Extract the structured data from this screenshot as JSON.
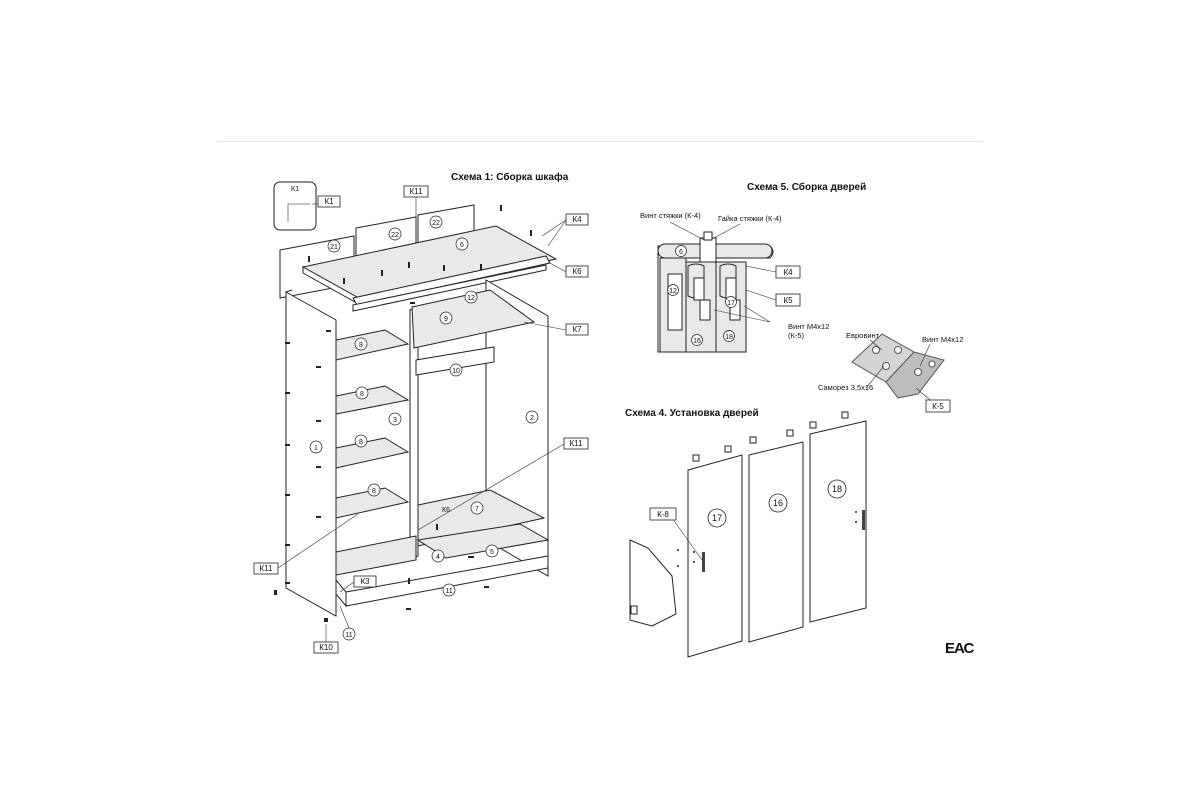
{
  "scheme1": {
    "title": "Схема 1: Сборка шкафа",
    "callouts": [
      "К1",
      "К11",
      "К4",
      "К6",
      "К7",
      "К11",
      "К11",
      "К3",
      "К10"
    ],
    "inset_label": "К1",
    "part_numbers": [
      "21",
      "22",
      "22",
      "6",
      "12",
      "9",
      "10",
      "8",
      "8",
      "3",
      "8",
      "1",
      "2",
      "8",
      "7",
      "5",
      "4",
      "11",
      "11"
    ],
    "k6_inner": "К6"
  },
  "scheme5": {
    "title": "Схема 5. Сборка дверей",
    "label_screw_coupler": "Винт стяжки (К-4)",
    "label_nut_coupler": "Гайка стяжки (К-4)",
    "callouts": [
      "К4",
      "К5"
    ],
    "label_screw_m4": "Винт М4x12",
    "label_screw_m4_sub": "(К-5)",
    "part_numbers": [
      "6",
      "12",
      "17",
      "16",
      "18"
    ]
  },
  "bracket": {
    "label_euroscrew": "Евровинт",
    "label_screw_m4": "Винт М4x12",
    "label_selftap": "Саморез 3,5x16",
    "callout": "К-5"
  },
  "scheme4": {
    "title": "Схема 4. Установка дверей",
    "callout": "К-8",
    "part_numbers": [
      "17",
      "16",
      "18"
    ]
  },
  "mark": "ЕАС"
}
